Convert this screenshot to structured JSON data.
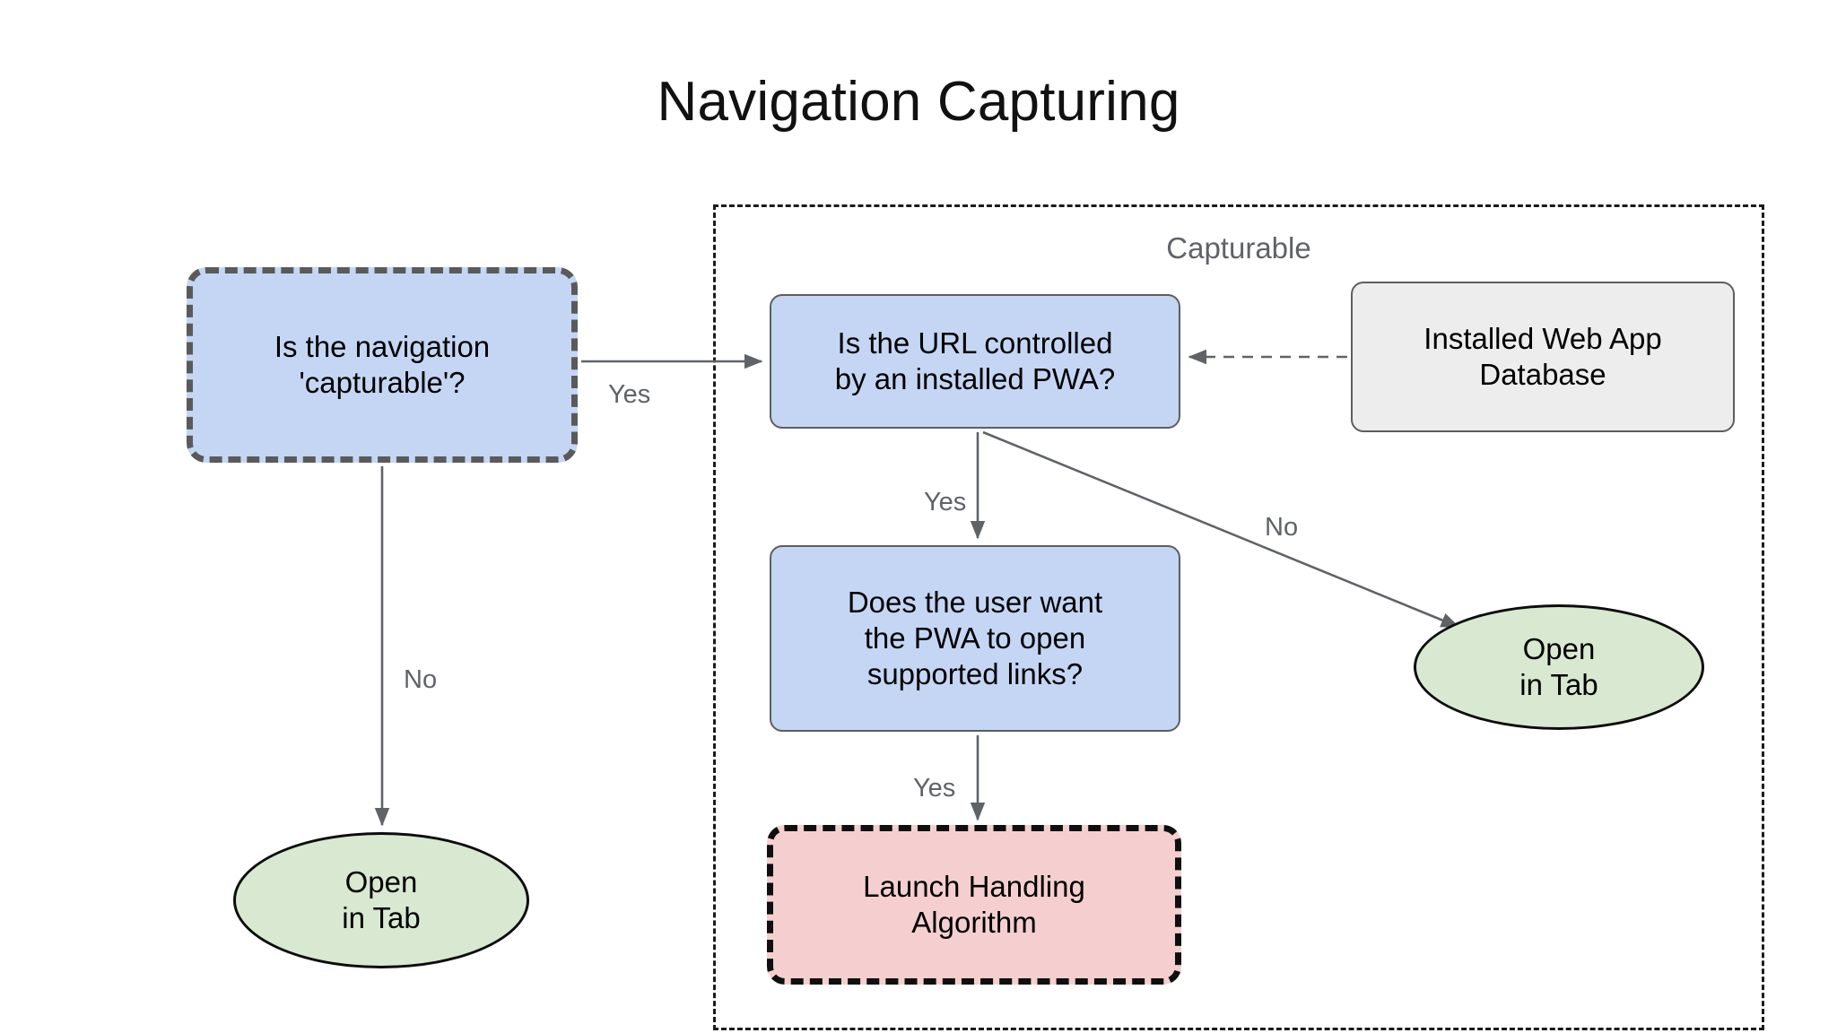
{
  "title": "Navigation Capturing",
  "colors": {
    "decision_fill": "#c5d6f5",
    "datastore_fill": "#ededed",
    "terminal_fill": "#d9e8d1",
    "algorithm_fill": "#f5cfcf",
    "edge_stroke": "#5f6368",
    "label_text": "#5f6368",
    "group_border": "#1b1b1b",
    "emphasis_border": "#5a5a5a",
    "background": "#ffffff"
  },
  "group": {
    "label": "Capturable"
  },
  "nodes": {
    "is_capturable": "Is the navigation\n'capturable'?",
    "url_controlled": "Is the URL controlled\nby an installed PWA?",
    "webapp_db": "Installed Web App\nDatabase",
    "user_want": "Does the user want\nthe PWA to open\nsupported links?",
    "launch_handling": "Launch Handling\nAlgorithm",
    "open_tab_left": "Open\nin Tab",
    "open_tab_right": "Open\nin Tab"
  },
  "edge_labels": {
    "capturable_yes": "Yes",
    "capturable_no": "No",
    "url_yes": "Yes",
    "url_no": "No",
    "want_yes": "Yes"
  },
  "chart_data": {
    "type": "diagram",
    "title": "Navigation Capturing",
    "nodes": [
      {
        "id": "is_capturable",
        "label": "Is the navigation 'capturable'?",
        "shape": "rounded-rect",
        "style": "dashed-thick",
        "fill": "#c5d6f5"
      },
      {
        "id": "url_controlled",
        "label": "Is the URL controlled by an installed PWA?",
        "shape": "rounded-rect",
        "style": "solid",
        "fill": "#c5d6f5"
      },
      {
        "id": "webapp_db",
        "label": "Installed Web App Database",
        "shape": "rounded-rect",
        "style": "solid",
        "fill": "#ededed"
      },
      {
        "id": "user_want",
        "label": "Does the user want the PWA to open supported links?",
        "shape": "rounded-rect",
        "style": "solid",
        "fill": "#c5d6f5"
      },
      {
        "id": "launch_handling",
        "label": "Launch Handling Algorithm",
        "shape": "rounded-rect",
        "style": "dashed-thick",
        "fill": "#f5cfcf"
      },
      {
        "id": "open_tab_left",
        "label": "Open in Tab",
        "shape": "ellipse",
        "style": "solid",
        "fill": "#d9e8d1"
      },
      {
        "id": "open_tab_right",
        "label": "Open in Tab",
        "shape": "ellipse",
        "style": "solid",
        "fill": "#d9e8d1"
      }
    ],
    "edges": [
      {
        "from": "is_capturable",
        "to": "url_controlled",
        "label": "Yes",
        "style": "solid"
      },
      {
        "from": "is_capturable",
        "to": "open_tab_left",
        "label": "No",
        "style": "solid"
      },
      {
        "from": "url_controlled",
        "to": "user_want",
        "label": "Yes",
        "style": "solid"
      },
      {
        "from": "url_controlled",
        "to": "open_tab_right",
        "label": "No",
        "style": "solid"
      },
      {
        "from": "user_want",
        "to": "launch_handling",
        "label": "Yes",
        "style": "solid"
      },
      {
        "from": "webapp_db",
        "to": "url_controlled",
        "label": "",
        "style": "dashed"
      }
    ],
    "groups": [
      {
        "label": "Capturable",
        "contains": [
          "url_controlled",
          "webapp_db",
          "user_want",
          "launch_handling",
          "open_tab_right"
        ]
      }
    ]
  }
}
